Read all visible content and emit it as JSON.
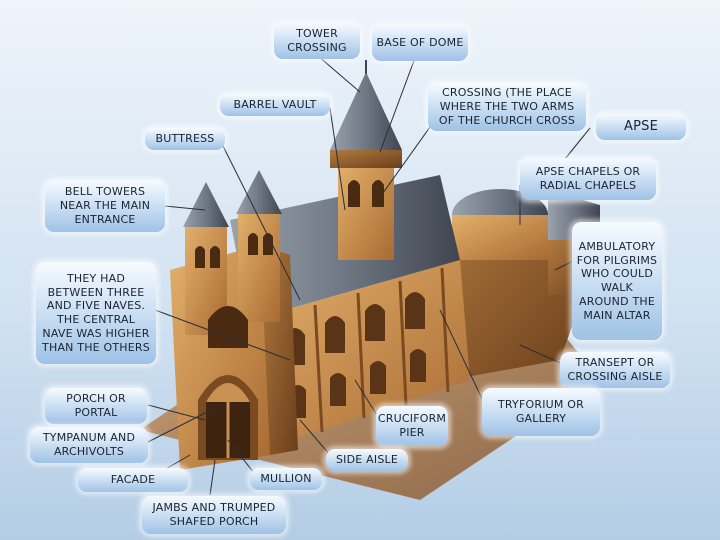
{
  "colors": {
    "label_top": "#f6fbff",
    "label_bottom": "#9fc2e6",
    "label_text": "#1c2330",
    "stone_light": "#d9a05a",
    "stone_mid": "#b8773a",
    "stone_dark": "#6b3f1b",
    "roof_slate": "#6f7784",
    "leader": "#2b2f36"
  },
  "labels": {
    "tower_crossing": "TOWER CROSSING",
    "base_of_dome": "BASE OF DOME",
    "barrel_vault": "BARREL VAULT",
    "crossing": "CROSSING (THE PLACE WHERE THE TWO ARMS OF THE CHURCH CROSS",
    "apse": "APSE",
    "buttress": "BUTTRESS",
    "apse_chapels": "APSE CHAPELS OR RADIAL CHAPELS",
    "bell_towers": "BELL TOWERS NEAR THE MAIN ENTRANCE",
    "ambulatory": "AMBULATORY FOR PILGRIMS WHO COULD WALK AROUND THE MAIN ALTAR",
    "naves": "THEY HAD BETWEEN THREE AND FIVE NAVES. THE CENTRAL NAVE WAS HIGHER THAN THE OTHERS",
    "transept": "TRANSEPT OR CROSSING AISLE",
    "porch": "PORCH OR PORTAL",
    "tryforium": "TRYFORIUM OR GALLERY",
    "cruciform_pier": "CRUCIFORM PIER",
    "tympanum": "TYMPANUM AND ARCHIVOLTS",
    "side_aisle": "SIDE AISLE",
    "facade": "FACADE",
    "mullion": "MULLION",
    "jambs": "JAMBS AND TRUMPED SHAFED PORCH"
  }
}
